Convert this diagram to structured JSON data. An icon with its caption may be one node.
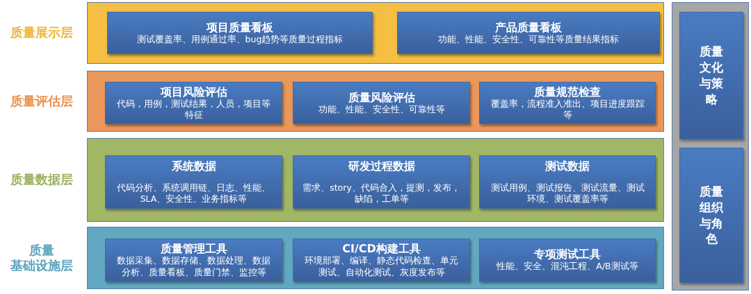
{
  "diagram": {
    "nodes": [
      {
        "text": [
          "质量展示层"
        ]
      },
      {
        "text": [
          "项目质量看板",
          "测试覆盖率、用例通过率、bug趋势等质量过程指标"
        ],
        "in": 0
      },
      {
        "text": [
          "产品质量看板",
          "功能、性能、安全性、可靠性等质量结果指标"
        ],
        "in": 0
      },
      {
        "text": [
          "质量评估层"
        ]
      },
      {
        "text": [
          "项目风险评估",
          "代码，用例，测试结果，人员，项目等特征"
        ],
        "in": 3
      },
      {
        "text": [
          "质量风险评估",
          "功能、性能、安全性、可靠性等"
        ],
        "in": 3
      },
      {
        "text": [
          "质量规范检查",
          "覆盖率，流程准入准出、项目进度跟踪等"
        ],
        "in": 3
      },
      {
        "text": [
          "质量数据层"
        ]
      },
      {
        "text": [
          "系统数据",
          "代码分析、系统调用链、日志、性能、SLA、安全性、业务指标等"
        ],
        "in": 7
      },
      {
        "text": [
          "研发过程数据",
          "需求、story、代码合入，提测，发布，缺陷，工单等"
        ],
        "in": 7
      },
      {
        "text": [
          "测试数据",
          "测试用例、测试报告、测试流量、测试环境、测试覆盖率等"
        ],
        "in": 7
      },
      {
        "text": [
          "质量基础设施层"
        ]
      },
      {
        "text": [
          "质量管理工具",
          "数据采集、数据存储、数据处理、数据分析、质量看板、质量门禁、监控等"
        ],
        "in": 11
      },
      {
        "text": [
          "CI/CD构建工具",
          "环境部署、编译、静态代码检查、单元测试、自动化测试、灰度发布等"
        ],
        "in": 11
      },
      {
        "text": [
          "专项测试工具",
          "性能、安全、混沌工程、A/B测试等"
        ],
        "in": 11
      },
      {
        "text": [],
        "shape": "box"
      },
      {
        "text": [
          "质量文化与策略"
        ],
        "in": 15
      },
      {
        "text": [
          "质量组织与角色"
        ],
        "in": 15
      }
    ]
  }
}
